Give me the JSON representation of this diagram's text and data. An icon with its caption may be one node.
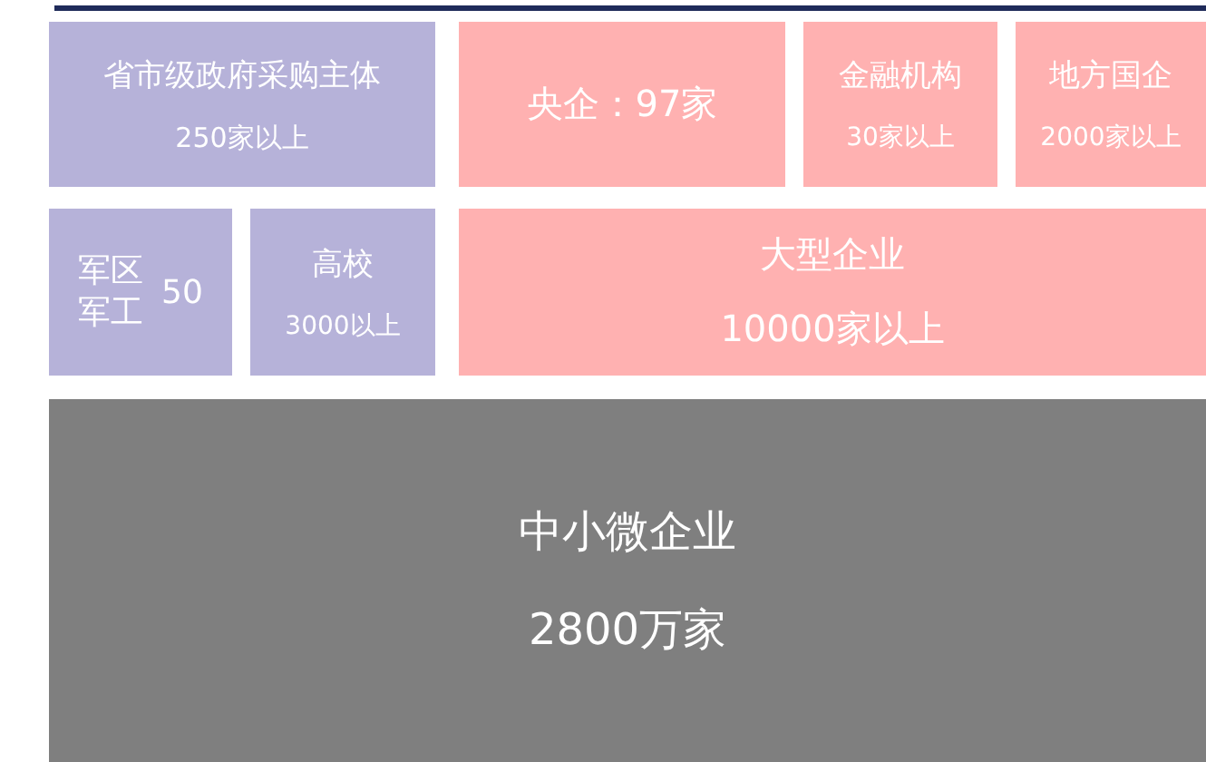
{
  "diagram": {
    "nodes": [
      {
        "text": [
          "省市级政府采购主体",
          "250家以上"
        ]
      },
      {
        "text": [
          "央企：97家"
        ]
      },
      {
        "text": [
          "金融机构",
          "30家以上"
        ]
      },
      {
        "text": [
          "地方国企",
          "2000家以上"
        ]
      },
      {
        "text": [
          "军区军工",
          "50"
        ]
      },
      {
        "text": [
          "高校",
          "3000以上"
        ]
      },
      {
        "text": [
          "大型企业",
          "10000家以上"
        ]
      },
      {
        "text": [
          "中小微企业",
          "2800万家"
        ]
      }
    ]
  }
}
